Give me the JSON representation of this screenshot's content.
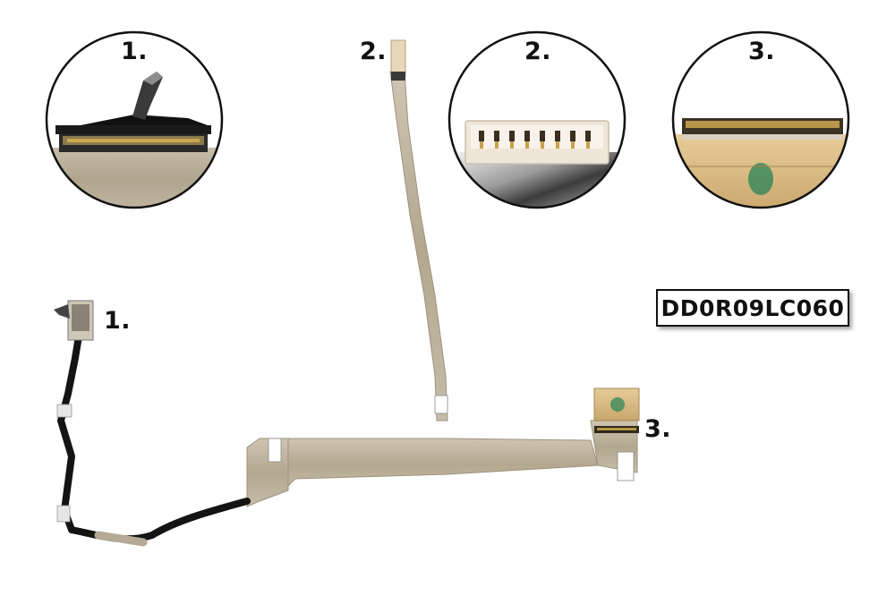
{
  "product": {
    "part_number": "DD0R09LC060"
  },
  "callouts": [
    {
      "id": "1",
      "label": "1."
    },
    {
      "id": "2",
      "label": "2."
    },
    {
      "id": "3",
      "label": "3."
    }
  ],
  "colors": {
    "cable_foil": "#b9ad98",
    "cable_black": "#141414",
    "connector_tape": "#d8b783",
    "connector_white": "#efe6d8",
    "circle_border": "#111111"
  }
}
